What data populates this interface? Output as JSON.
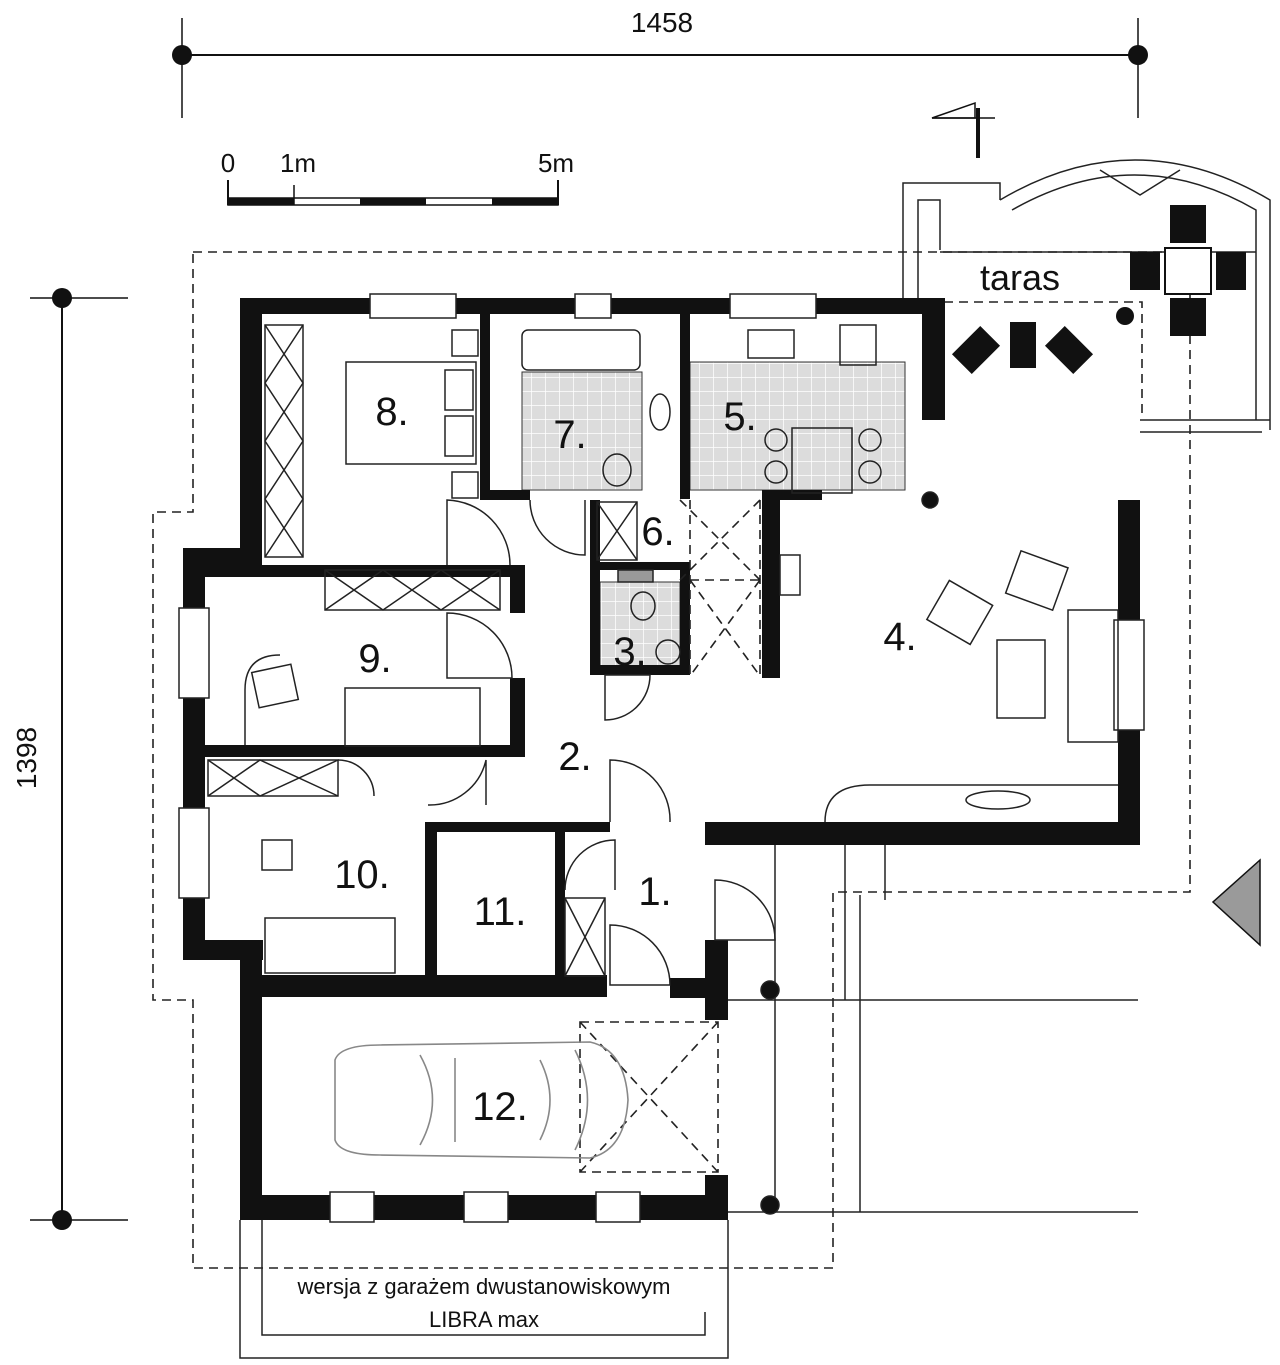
{
  "dimensions": {
    "width_label": "1458",
    "height_label": "1398"
  },
  "scale_bar": {
    "zero": "0",
    "one": "1m",
    "five": "5m"
  },
  "terrace_label": "taras",
  "rooms": {
    "r1": "1.",
    "r2": "2.",
    "r3": "3.",
    "r4": "4.",
    "r5": "5.",
    "r6": "6.",
    "r7": "7.",
    "r8": "8.",
    "r9": "9.",
    "r10": "10.",
    "r11": "11.",
    "r12": "12."
  },
  "garage_note": {
    "line1": "wersja z garażem dwustanowiskowym",
    "line2": "LIBRA max"
  },
  "colors": {
    "wall": "#111111",
    "tile": "#d9d9d9",
    "entry_marker": "#9a9a9a"
  }
}
